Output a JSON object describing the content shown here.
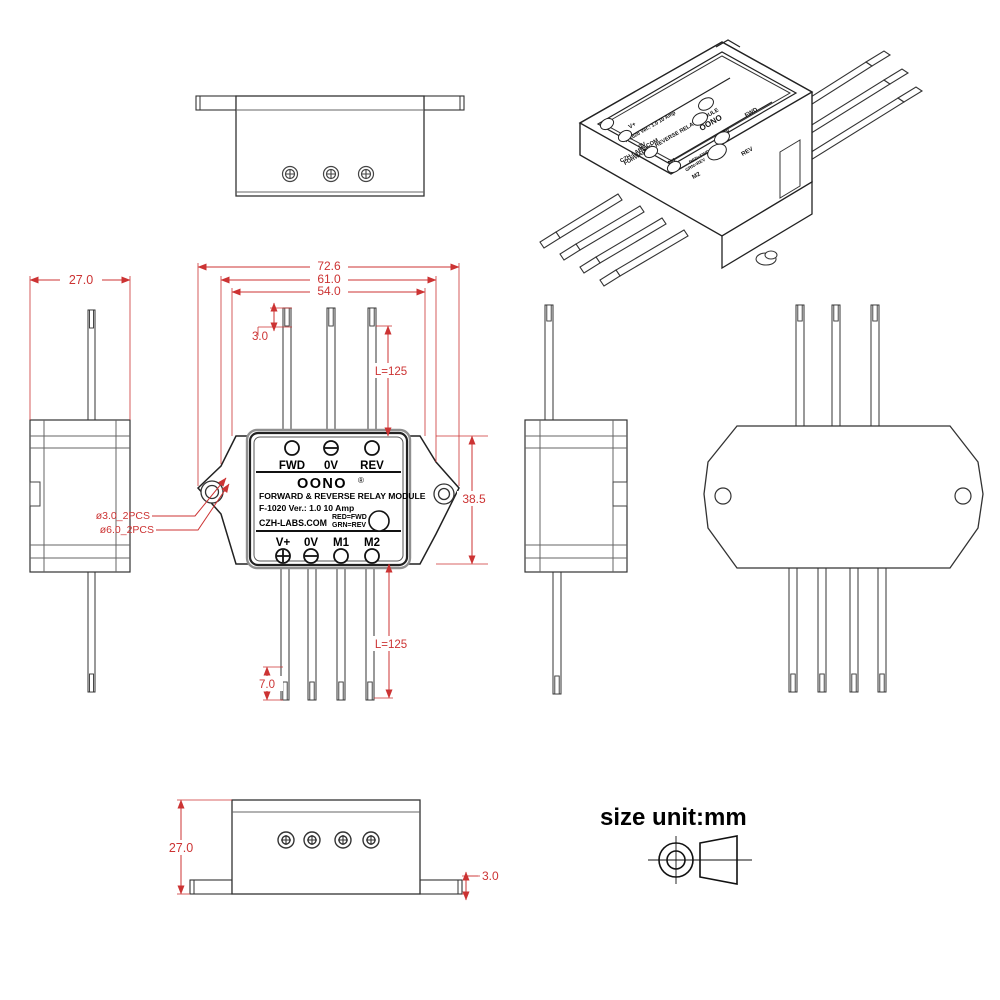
{
  "drawing": {
    "title": "F-1020 Forward & Reverse Relay Module mechanical drawing",
    "unit_note": "size unit:mm",
    "colors": {
      "outline": "#222222",
      "dimension": "#cc3333",
      "label_text": "#000000",
      "background": "#ffffff",
      "shade": "#9a9a9a"
    }
  },
  "product_label": {
    "brand": "OONO",
    "brand_mark": "®",
    "line1": "FORWARD & REVERSE RELAY MODULE",
    "line2": "F-1020 Ver.: 1.0   10 Amp",
    "line3": "CZH-LABS.COM",
    "led_note_top": "RED=FWD",
    "led_note_bottom": "GRN=REV",
    "top_terminals": [
      "FWD",
      "0V",
      "REV"
    ],
    "bottom_terminals": [
      "V+",
      "0V",
      "M1",
      "M2"
    ]
  },
  "dimensions": {
    "overall_width": "72.6",
    "body_width": "61.0",
    "pin_span": "54.0",
    "top_pin_offset": "3.0",
    "bottom_pin_offset": "7.0",
    "body_height": "38.5",
    "side_width": "27.0",
    "height_27": "27.0",
    "foot_thickness": "3.0",
    "wire_len_top": "L=125",
    "wire_len_bottom": "L=125",
    "hole_small": "ø3.0_2PCS",
    "hole_large": "ø6.0_2PCS"
  },
  "views": {
    "top": "top-view",
    "left_side": "left-side-view",
    "front": "front-view",
    "right_side": "right-side-view",
    "bottom": "bottom-view",
    "iso": "isometric-view",
    "base": "base-view",
    "projection_symbol": "first-angle-projection-symbol"
  }
}
